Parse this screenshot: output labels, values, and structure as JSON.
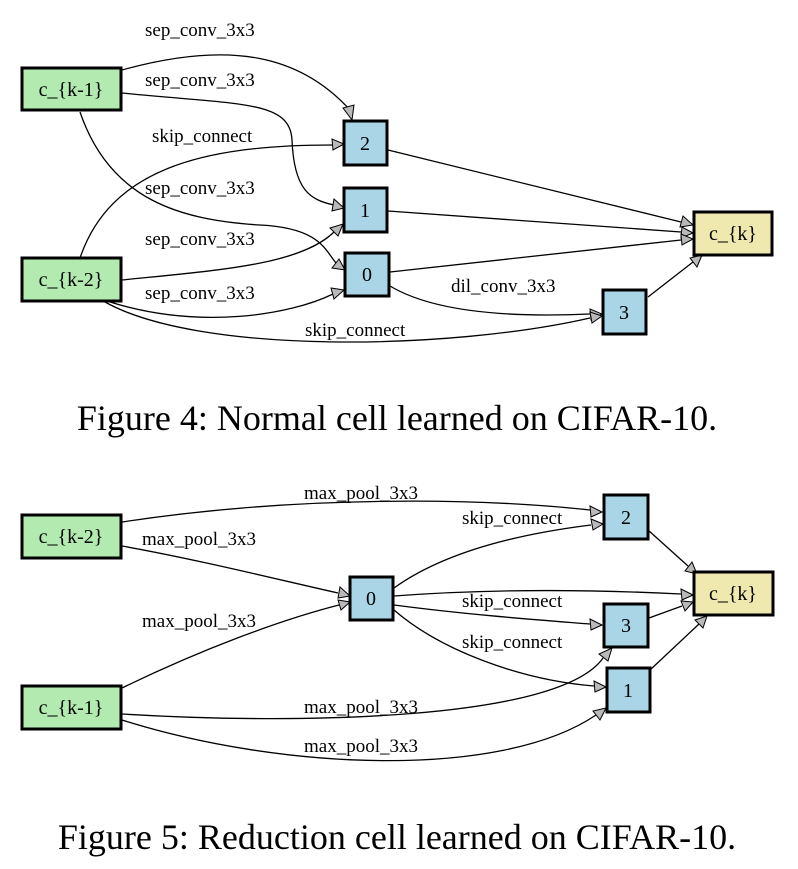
{
  "colors": {
    "input_node": "#b2eab0",
    "intermediate_node": "#a9d5e6",
    "output_node": "#efe9b0",
    "arrowhead": "#b9b9b9",
    "stroke": "#000000"
  },
  "figures": [
    {
      "caption": "Figure 4: Normal cell learned on CIFAR-10.",
      "nodes": [
        {
          "id": "c_{k-1}",
          "label": "c_{k-1}",
          "kind": "input"
        },
        {
          "id": "c_{k-2}",
          "label": "c_{k-2}",
          "kind": "input"
        },
        {
          "id": "2",
          "label": "2",
          "kind": "intermediate"
        },
        {
          "id": "1",
          "label": "1",
          "kind": "intermediate"
        },
        {
          "id": "0",
          "label": "0",
          "kind": "intermediate"
        },
        {
          "id": "3",
          "label": "3",
          "kind": "intermediate"
        },
        {
          "id": "c_{k}",
          "label": "c_{k}",
          "kind": "output"
        }
      ],
      "edges": [
        {
          "from": "c_{k-1}",
          "to": "2",
          "label": "sep_conv_3x3"
        },
        {
          "from": "c_{k-1}",
          "to": "1",
          "label": "sep_conv_3x3"
        },
        {
          "from": "c_{k-2}",
          "to": "2",
          "label": "skip_connect"
        },
        {
          "from": "c_{k-1}",
          "to": "0",
          "label": "sep_conv_3x3"
        },
        {
          "from": "c_{k-2}",
          "to": "1",
          "label": "sep_conv_3x3"
        },
        {
          "from": "c_{k-2}",
          "to": "0",
          "label": "sep_conv_3x3"
        },
        {
          "from": "0",
          "to": "3",
          "label": "dil_conv_3x3"
        },
        {
          "from": "c_{k-2}",
          "to": "3",
          "label": "skip_connect"
        },
        {
          "from": "2",
          "to": "c_{k}",
          "label": ""
        },
        {
          "from": "1",
          "to": "c_{k}",
          "label": ""
        },
        {
          "from": "0",
          "to": "c_{k}",
          "label": ""
        },
        {
          "from": "3",
          "to": "c_{k}",
          "label": ""
        }
      ]
    },
    {
      "caption": "Figure 5: Reduction cell learned on CIFAR-10.",
      "nodes": [
        {
          "id": "c_{k-2}",
          "label": "c_{k-2}",
          "kind": "input"
        },
        {
          "id": "c_{k-1}",
          "label": "c_{k-1}",
          "kind": "input"
        },
        {
          "id": "0",
          "label": "0",
          "kind": "intermediate"
        },
        {
          "id": "2",
          "label": "2",
          "kind": "intermediate"
        },
        {
          "id": "3",
          "label": "3",
          "kind": "intermediate"
        },
        {
          "id": "1",
          "label": "1",
          "kind": "intermediate"
        },
        {
          "id": "c_{k}",
          "label": "c_{k}",
          "kind": "output"
        }
      ],
      "edges": [
        {
          "from": "c_{k-2}",
          "to": "2",
          "label": "max_pool_3x3"
        },
        {
          "from": "c_{k-2}",
          "to": "0",
          "label": "max_pool_3x3"
        },
        {
          "from": "c_{k-1}",
          "to": "0",
          "label": "max_pool_3x3"
        },
        {
          "from": "0",
          "to": "2",
          "label": "skip_connect"
        },
        {
          "from": "0",
          "to": "c_{k}",
          "label": ""
        },
        {
          "from": "0",
          "to": "3",
          "label": "skip_connect"
        },
        {
          "from": "0",
          "to": "1",
          "label": "skip_connect"
        },
        {
          "from": "c_{k-1}",
          "to": "3",
          "label": "max_pool_3x3"
        },
        {
          "from": "c_{k-1}",
          "to": "1",
          "label": "max_pool_3x3"
        },
        {
          "from": "2",
          "to": "c_{k}",
          "label": ""
        },
        {
          "from": "3",
          "to": "c_{k}",
          "label": ""
        },
        {
          "from": "1",
          "to": "c_{k}",
          "label": ""
        }
      ]
    }
  ]
}
